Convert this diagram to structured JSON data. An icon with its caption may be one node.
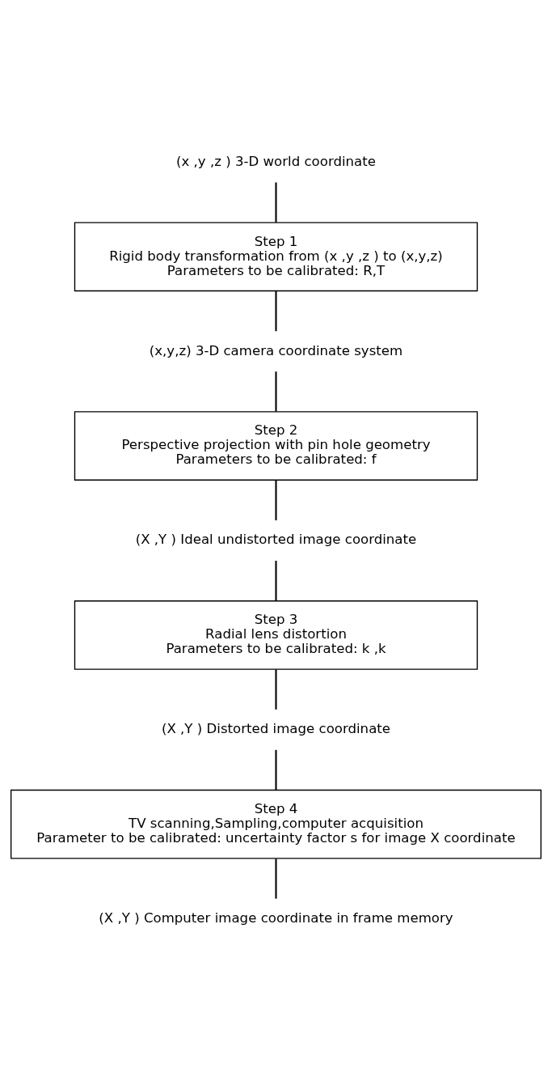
{
  "diagram": {
    "nodes": [
      {
        "text": [
          "(x ,y ,z ) 3-D world coordinate"
        ]
      },
      {
        "text": [
          "Step 1",
          "Rigid body transformation from (x ,y ,z ) to (x,y,z)",
          "Parameters to be calibrated: R,T"
        ]
      },
      {
        "text": [
          "(x,y,z) 3-D camera coordinate system"
        ]
      },
      {
        "text": [
          "Step 2",
          "Perspective projection with pin hole geometry",
          "Parameters to be calibrated: f"
        ]
      },
      {
        "text": [
          "(X ,Y ) Ideal undistorted image coordinate"
        ]
      },
      {
        "text": [
          "Step 3",
          "Radial lens distortion",
          "Parameters to be calibrated: k ,k"
        ]
      },
      {
        "text": [
          "(X ,Y ) Distorted image coordinate"
        ]
      },
      {
        "text": [
          "Step 4",
          "TV scanning,Sampling,computer acquisition",
          "Parameter to be calibrated: uncertainty factor s for image X coordinate"
        ]
      },
      {
        "text": [
          "(X ,Y ) Computer image coordinate in frame memory"
        ]
      }
    ],
    "edges": [
      {
        "from": 0,
        "to": 1,
        "arrow": "none"
      },
      {
        "from": 1,
        "to": 2,
        "arrow": "none"
      },
      {
        "from": 2,
        "to": 3,
        "arrow": "none"
      },
      {
        "from": 3,
        "to": 4,
        "arrow": "none"
      },
      {
        "from": 4,
        "to": 5,
        "arrow": "none"
      },
      {
        "from": 5,
        "to": 6,
        "arrow": "none"
      },
      {
        "from": 6,
        "to": 7,
        "arrow": "none"
      },
      {
        "from": 7,
        "to": 8,
        "arrow": "none"
      }
    ]
  }
}
